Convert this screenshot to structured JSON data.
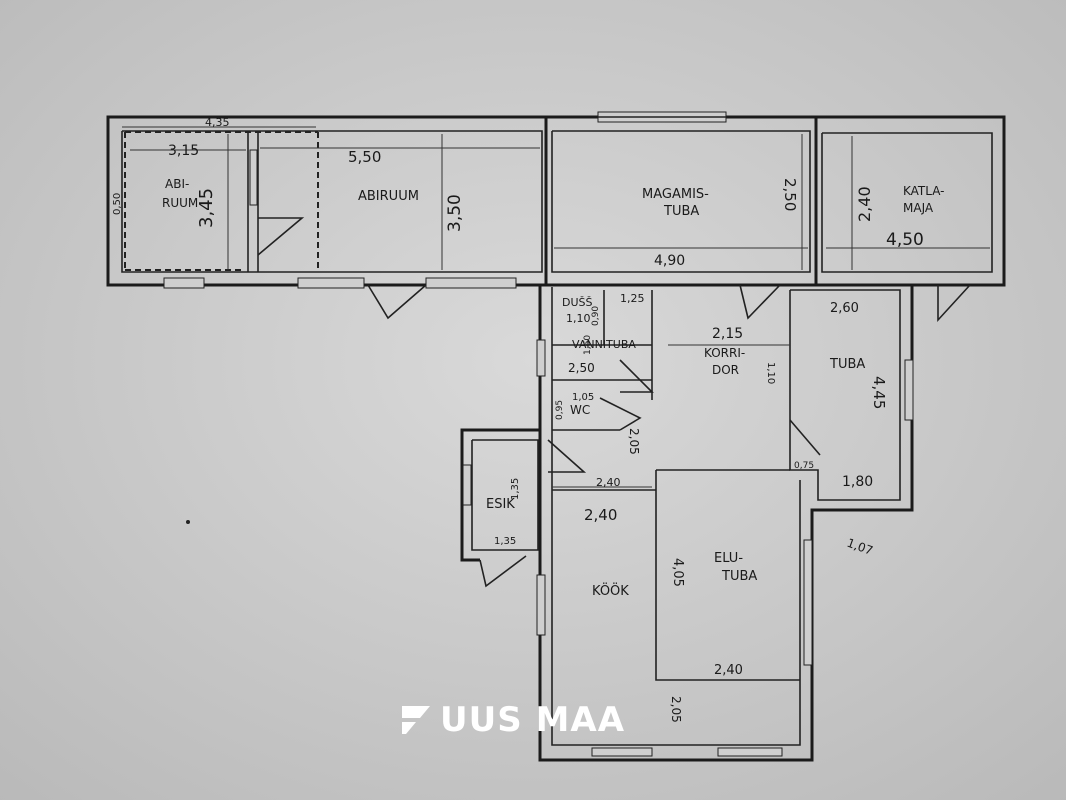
{
  "rooms": {
    "abiruum": {
      "name_line1": "ABI-",
      "name_line2": "RUUM",
      "width": "3,15",
      "depth": "3,45",
      "top_width": "4,35",
      "left_depth": "0,50"
    },
    "abiruum_big": {
      "name": "ABIRUUM",
      "width": "5,50",
      "depth": "3,50"
    },
    "magamistuba": {
      "name_line1": "MAGAMIS-",
      "name_line2": "TUBA",
      "width": "4,90",
      "depth": "2,50"
    },
    "katlamaja": {
      "name_line1": "KATLA-",
      "name_line2": "MAJA",
      "width": "4,50",
      "depth": "2,40"
    },
    "dush": {
      "name": "DUŠŠ",
      "width": "1,10",
      "depth": "0,90",
      "side": "1,25"
    },
    "vannituba": {
      "name": "VANNITUBA",
      "width": "2,50",
      "depth": "1,60"
    },
    "wc": {
      "name": "WC",
      "width": "1,05",
      "depth": "0,95"
    },
    "koridor": {
      "name_line1": "KORRI-",
      "name_line2": "DOR",
      "width": "2,15",
      "depth": "2,05",
      "lower_width": "2,40"
    },
    "tuba": {
      "name": "TUBA",
      "width": "2,60",
      "depth": "4,45",
      "bottom_width": "1,80",
      "side": "1,10",
      "small": "0,75",
      "diag": "1,07"
    },
    "esik": {
      "name": "ESIK",
      "width": "1,35",
      "depth": "1,35"
    },
    "kook": {
      "name": "KÖÖK",
      "width": "2,40"
    },
    "elutuba": {
      "name_line1": "ELU-",
      "name_line2": "TUBA",
      "width": "2,40",
      "depth": "4,05",
      "lower_depth": "2,05"
    }
  },
  "logo": {
    "text": "UUS MAA",
    "color": "#ffffff"
  },
  "colors": {
    "paper": "#cfcfcf",
    "ink": "#1b1b1b"
  }
}
